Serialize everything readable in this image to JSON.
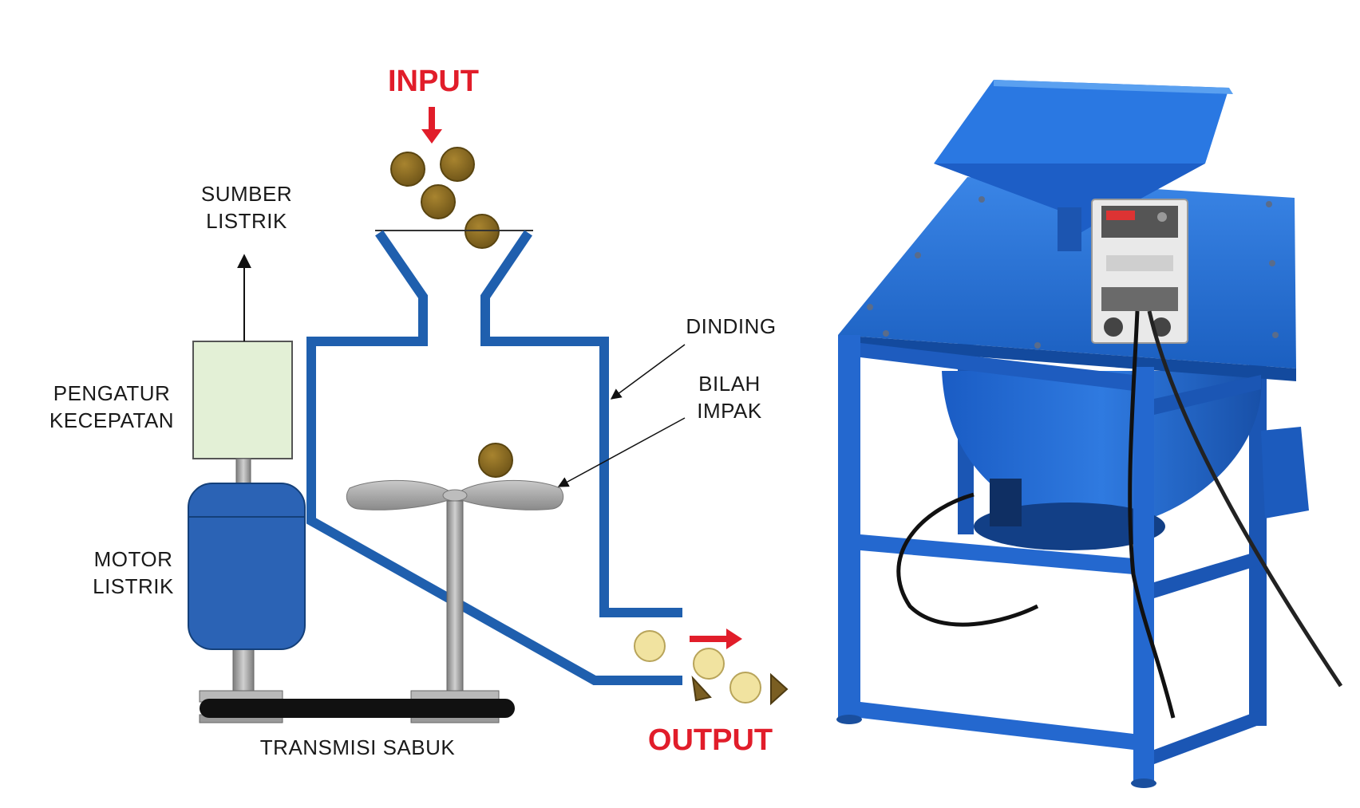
{
  "labels": {
    "input": "INPUT",
    "output": "OUTPUT",
    "sumber_1": "SUMBER",
    "sumber_2": "LISTRIK",
    "pengatur_1": "PENGATUR",
    "pengatur_2": "KECEPATAN",
    "motor_1": "MOTOR",
    "motor_2": "LISTRIK",
    "dinding": "DINDING",
    "bilah_1": "BILAH",
    "bilah_2": "IMPAK",
    "transmisi": "TRANSMISI SABUK"
  },
  "colors": {
    "accent_red": "#e11d2a",
    "machine_blue": "#2b63b5",
    "wall_blue": "#1f5fae",
    "seed_brown": "#8a6a2a",
    "output_pale": "#f1e3a0",
    "controller_green": "#e3f0d6",
    "shaft_gray": "#9a9a9a",
    "belt_black": "#111111"
  }
}
